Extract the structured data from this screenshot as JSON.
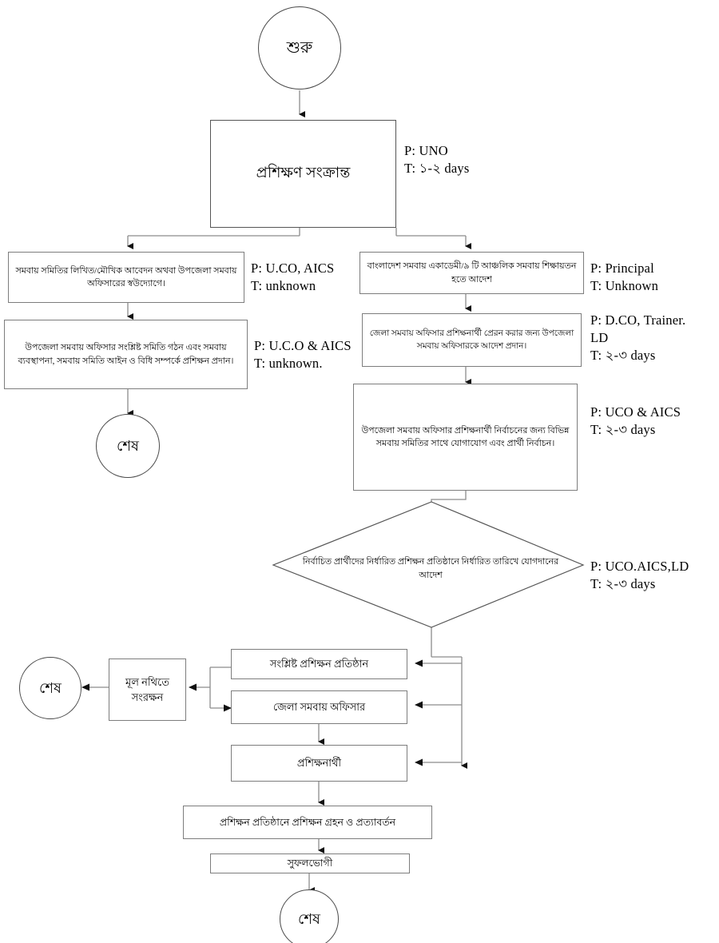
{
  "diagram": {
    "title": "Training process flowchart",
    "nodes": {
      "start": "শুরু",
      "training_related": "প্রশিক্ষণ সংক্রান্ত",
      "left_box_1": "সমবায় সমিতির লিখিত/মৌখিক আবেদন অথবা উপজেলা সমবায় অফিসারের স্বউদ্যোগে।",
      "left_box_2": "উপজেলা সমবায় অফিসার সংশ্লিষ্ট সমিতি গঠন এবং সমবায় ব্যবস্থাপনা, সমবায় সমিতি আইন ও বিধি সম্পর্কে প্রশিক্ষন প্রদান।",
      "left_end": "শেষ",
      "right_box_1": "বাংলাদেশ সমবায় একাডেমী/৯ টি আঞ্চলিক সমবায় শিক্ষায়তন হতে আদেশ",
      "right_box_2": "জেলা সমবায় অফিসার প্রশিক্ষনার্থী প্রেরন করার জন্য উপজেলা সমবায় অফিসারকে আদেশ প্রদান।",
      "right_box_3": "উপজেলা সমবায় অফিসার প্রশিক্ষনার্থী নির্বাচনের জন্য বিভিন্ন সমবায় সমিতির সাথে যোগাযোগ এবং প্রার্থী নির্বাচন।",
      "decision": "নির্বাচিত প্রার্থীদের নির্ধারিত প্রশিক্ষন প্রতিষ্ঠানে নির্ধারিত তারিখে যোগদানের আদেশ",
      "training_institute": "সংশ্লিষ্ট প্রশিক্ষন প্রতিষ্ঠান",
      "district_officer": "জেলা সমবায় অফিসার",
      "archive": "মূল নথিতে সংরক্ষন",
      "archive_end": "শেষ",
      "trainee": "প্রশিক্ষনার্থী",
      "attend_training": "প্রশিক্ষন প্রতিষ্ঠানে প্রশিক্ষন গ্রহন ও প্রত্যাবর্তন",
      "beneficiary": "সুফলভোগী",
      "final_end": "শেষ"
    },
    "annotations": {
      "training_related": "P: UNO\nT: ১-২ days",
      "left_box_1": "P: U.CO, AICS\nT: unknown",
      "left_box_2": "P: U.C.O & AICS\nT: unknown.",
      "right_box_1": "P: Principal\nT: Unknown",
      "right_box_2": "P: D.CO, Trainer.\nLD\nT: ২-৩ days",
      "right_box_3": "P: UCO & AICS\nT: ২-৩ days",
      "decision": "P: UCO.AICS,LD\nT: ২-৩ days"
    },
    "colors": {
      "stroke": "#7d7d7d",
      "connector": "#8c8c8c",
      "text": "#000000",
      "background": "#ffffff"
    }
  }
}
